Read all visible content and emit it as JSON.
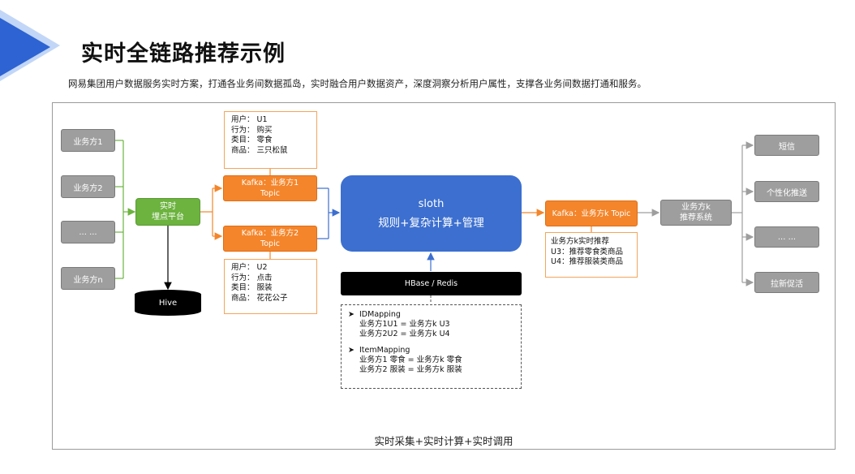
{
  "title": "实时全链路推荐示例",
  "subtitle": "网易集团用户数据服务实时方案，打通各业务间数据孤岛，实时融合用户数据资产，深度洞察分析用户属性，支撑各业务间数据打通和服务。",
  "caption": "实时采集+实时计算+实时调用",
  "sources": [
    "业务方1",
    "业务方2",
    "... ...",
    "业务方n"
  ],
  "platform": {
    "line1": "实时",
    "line2": "埋点平台"
  },
  "hive": "Hive",
  "kafka1": {
    "line1": "Kafka：业务方1",
    "line2": "Topic"
  },
  "kafka2": {
    "line1": "Kafka：业务方2",
    "line2": "Topic"
  },
  "note1": [
    "用户： U1",
    "行为： 购买",
    "类目： 零食",
    "商品： 三只松鼠"
  ],
  "note2": [
    "用户： U2",
    "行为： 点击",
    "类目： 服装",
    "商品： 花花公子"
  ],
  "sloth": {
    "line1": "sloth",
    "line2": "规则+复杂计算+管理"
  },
  "store": "HBase / Redis",
  "mapping": {
    "id_title": "IDMapping",
    "id_lines": [
      "业务方1U1 = 业务方k U3",
      "业务方2U2 = 业务方k U4"
    ],
    "item_title": "ItemMapping",
    "item_lines": [
      "业务方1 零食 = 业务方k 零食",
      "业务方2 服装 = 业务方k 服装"
    ]
  },
  "kafka_k": "Kafka：业务方k Topic",
  "note_k": [
    "业务方k实时推荐",
    "U3：推荐零食类商品",
    "U4：推荐服装类商品"
  ],
  "rec_system": {
    "line1": "业务方k",
    "line2": "推荐系统"
  },
  "outputs": [
    "短信",
    "个性化推送",
    "... ...",
    "拉新促活"
  ],
  "colors": {
    "green": "#6cb33f",
    "orange": "#f4852a",
    "blue": "#3c6fcf",
    "gray": "#9e9e9e"
  }
}
